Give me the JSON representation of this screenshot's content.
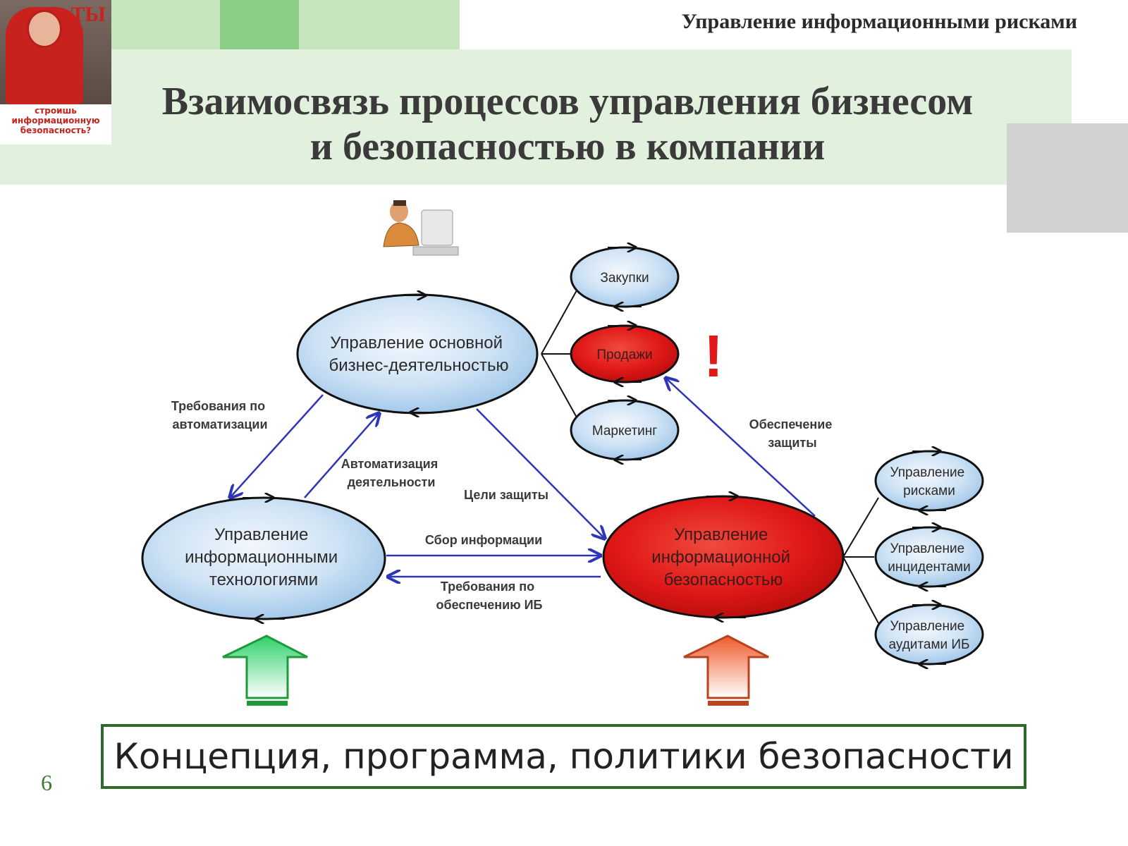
{
  "header": {
    "course_title": "Управление информационными рисками",
    "title_line1": "Взаимосвязь процессов управления бизнесом",
    "title_line2": "и безопасностью в компании"
  },
  "poster": {
    "headline": "ТЫ",
    "caption": [
      "строишь",
      "информационную",
      "безопасность?"
    ]
  },
  "diagram": {
    "nodes": {
      "business": [
        "Управление основной",
        "бизнес-деятельностью"
      ],
      "it": [
        "Управление",
        "информационными",
        "технологиями"
      ],
      "security": [
        "Управление",
        "информационной",
        "безопасностью"
      ],
      "purchases": "Закупки",
      "sales": "Продажи",
      "marketing": "Маркетинг",
      "risk_mgmt": [
        "Управление",
        "рисками"
      ],
      "incident_mgmt": [
        "Управление",
        "инцидентами"
      ],
      "audit_mgmt": [
        "Управление",
        "аудитами ИБ"
      ]
    },
    "edges": {
      "automation_requirements": [
        "Требования по",
        "автоматизации"
      ],
      "activity_automation": [
        "Автоматизация",
        "деятельности"
      ],
      "protection_goals": "Цели защиты",
      "information_collection": "Сбор информации",
      "security_requirements": [
        "Требования по",
        "обеспечению ИБ"
      ],
      "protection_provision": [
        "Обеспечение",
        "защиты"
      ]
    },
    "alert_mark": "!"
  },
  "footer": {
    "concept_box": "Концепция, программа, политики безопасности",
    "page_number": "6"
  },
  "colors": {
    "green_band": "#c6e6c0",
    "blue_node": "#bcd9f2",
    "red_node": "#e01818",
    "arrow_blue": "#2f35b8",
    "green_arrow": "#1e9a3a",
    "orange_arrow": "#b8431e"
  }
}
